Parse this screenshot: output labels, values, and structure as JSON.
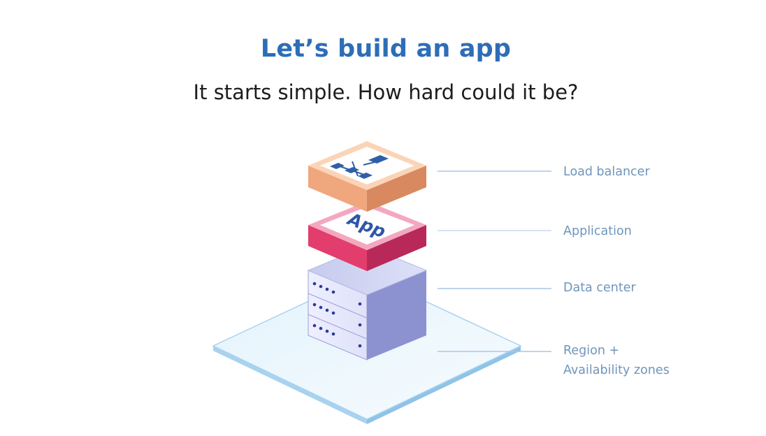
{
  "header": {
    "title": "Let’s build an app",
    "subtitle": "It starts simple. How hard could it be?"
  },
  "layers": [
    {
      "name": "load-balancer",
      "label": "Load balancer"
    },
    {
      "name": "application",
      "label": "Application"
    },
    {
      "name": "data-center",
      "label": "Data center"
    },
    {
      "name": "region",
      "label_line1": "Region +",
      "label_line2": "Availability zones"
    }
  ],
  "app_tile_text": "App",
  "colors": {
    "title": "#2e6db7",
    "label": "#6f95bb",
    "connector": "#a9c5e6",
    "load_balancer": "#f0a77d",
    "application": "#d93a68",
    "server": "#c3c8ec",
    "region": "#d9effa"
  },
  "icons": {
    "load_balancer": "network-hierarchy-icon"
  }
}
